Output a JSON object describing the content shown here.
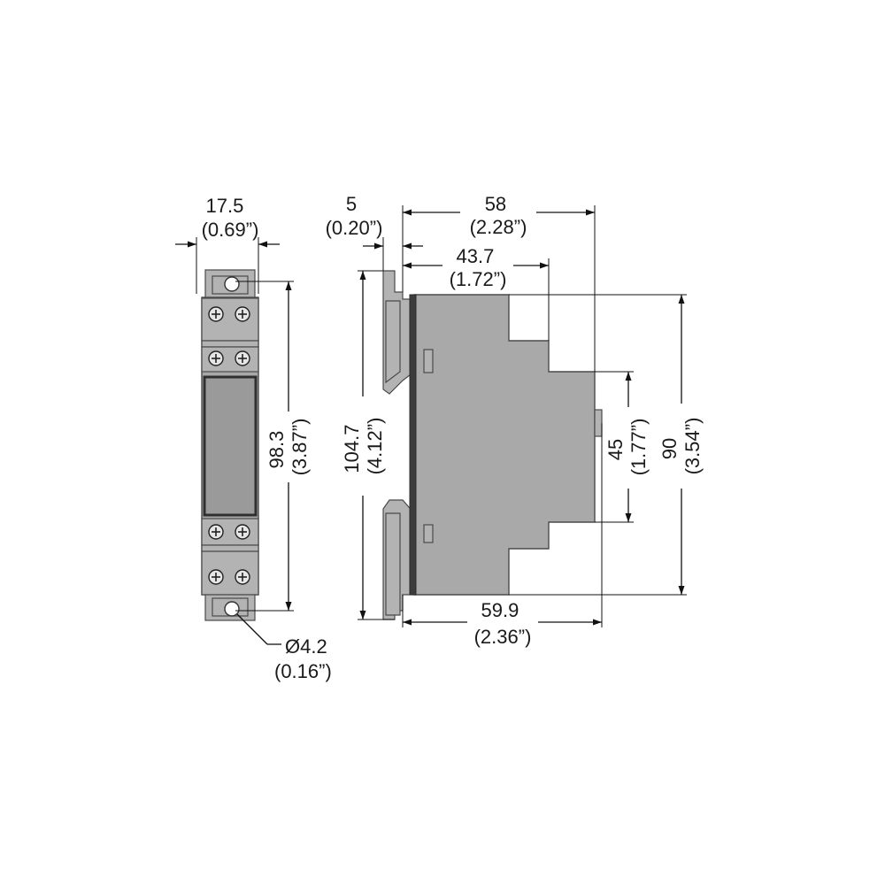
{
  "front_view": {
    "width_dim": {
      "value": "17.5",
      "inches": "(0.69”)"
    },
    "height_dim": {
      "value": "98.3",
      "inches": "(3.87”)"
    },
    "hole_dim": {
      "value": "Ø4.2",
      "inches": "(0.16”)"
    }
  },
  "side_view": {
    "clip_dim": {
      "value": "5",
      "inches": "(0.20”)"
    },
    "depth_dim": {
      "value": "58",
      "inches": "(2.28”)"
    },
    "step_dim": {
      "value": "43.7",
      "inches": "(1.72”)"
    },
    "overall_height_dim": {
      "value": "104.7",
      "inches": "(4.12”)"
    },
    "front_height_dim": {
      "value": "45",
      "inches": "(1.77”)"
    },
    "body_height_dim": {
      "value": "90",
      "inches": "(3.54”)"
    },
    "overall_depth_dim": {
      "value": "59.9",
      "inches": "(2.36”)"
    }
  }
}
